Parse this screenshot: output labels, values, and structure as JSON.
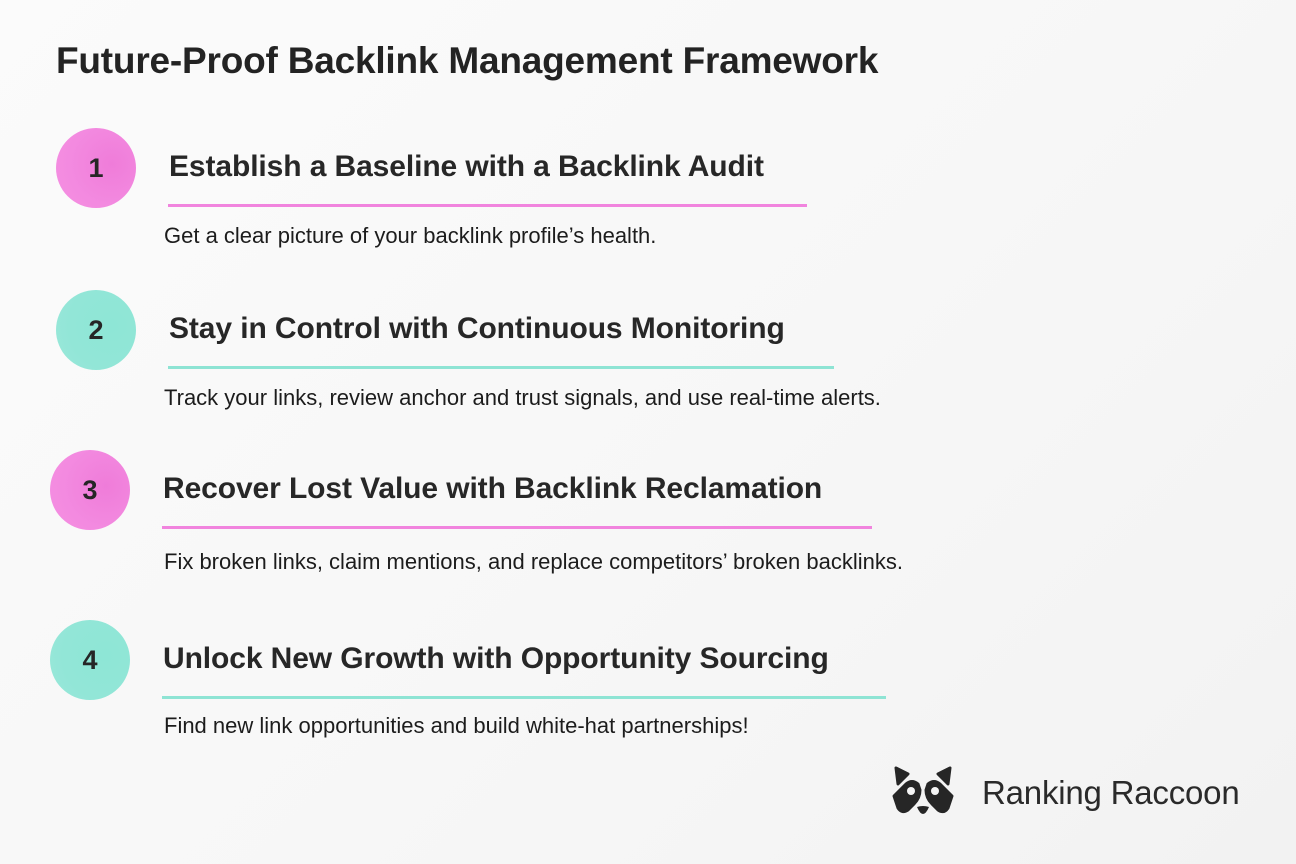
{
  "title": "Future-Proof Backlink Management Framework",
  "colors": {
    "pink": "#f184de",
    "teal": "#8ee4d4",
    "text": "#222222",
    "background": "#f7f7f7"
  },
  "steps": [
    {
      "number": "1",
      "heading": "Establish a Baseline with a Backlink Audit",
      "description": "Get a clear picture of your backlink profile’s health.",
      "color": "pink"
    },
    {
      "number": "2",
      "heading": "Stay in Control with Continuous Monitoring",
      "description": "Track your links, review anchor and trust signals, and use real-time alerts.",
      "color": "teal"
    },
    {
      "number": "3",
      "heading": "Recover Lost Value with Backlink Reclamation",
      "description": "Fix broken links, claim mentions, and replace competitors’ broken backlinks.",
      "color": "pink"
    },
    {
      "number": "4",
      "heading": "Unlock New Growth with Opportunity Sourcing",
      "description": "Find new link opportunities and build white-hat partnerships!",
      "color": "teal"
    }
  ],
  "brand": {
    "name": "Ranking Raccoon",
    "icon": "raccoon-face-icon"
  }
}
